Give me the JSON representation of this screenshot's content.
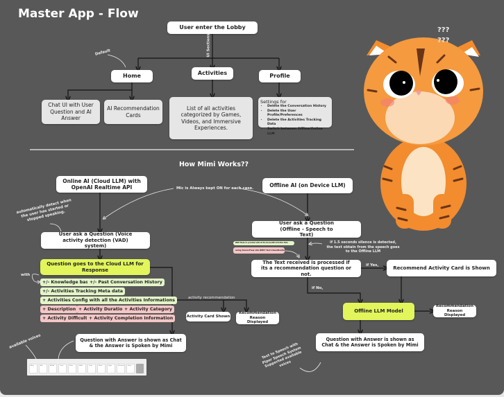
{
  "title": "Master App - Flow",
  "lobby": {
    "entry": "User enter the Lobby",
    "sections_label": "UI Sections",
    "default_label": "Default",
    "home": "Home",
    "activities": "Activities",
    "profile": "Profile",
    "home_chat": "Chat UI with User Question and AI Answer",
    "home_cards": "AI Recommendation Cards",
    "activities_list": "List of all activities categorized by Games, Videos, and Immersive Experiences.",
    "settings_title": "Settings for",
    "settings_items": [
      "Delete the Conversation History",
      "Delete the User Profile/Preferences",
      "Delete the Activities Tracking Data",
      "Switch between Offline/Online LLM"
    ]
  },
  "how": {
    "title": "How Mimi Works??",
    "mic_note": "Mic is Always kept ON for each case.",
    "online": {
      "title": "Online AI (Cloud LLM) with OpenAI Realtime API",
      "vad_note": "automatically detect when the user has started or stopped speaking.",
      "ask": "User ask a Question (Voice activity detection (VAD) system)",
      "cloud": "Question goes to the Cloud LLM for Response",
      "with_label": "with",
      "chips_green": [
        "+/- Knowledge base",
        "+/- Past Conversation History",
        "+/- Activities Tracking Meta data",
        "+ Activities Config with all the Activities Informations"
      ],
      "chips_pink": [
        "+ Description",
        "+ Activity Duration",
        "+ Activity Category",
        "+ Activity Difficulty",
        "+ Activity Completion Information"
      ],
      "rec_label": "activity recommendation",
      "card_shown": "Activity Card Shown",
      "reason": "Recommendation Reason Displayed",
      "answer": "Question with Answer is shown as Chat & the Answer is Spoken by Mimi",
      "voices_note": "available voices",
      "voices": [
        "Alloy",
        "Ash",
        "Ballad",
        "Coral",
        "Echo",
        "Fable",
        "Onyx",
        "Nova",
        "Sage",
        "Shimmer",
        "Verse"
      ]
    },
    "offline": {
      "title": "Offline AI (on Device LLM)",
      "ask": "User ask a Question (Offline - Speech to Text)",
      "silence_note": "if 1.5 seconds silence is detected, the text obtain from the speech goes to the Offline LLM",
      "bert_note": "BERT Model is provided with all the RevivalXR Activities Data",
      "tflite_note": "using TensorFlow Lite BERT Text Classification",
      "process": "The Text received is processed if its a recommendation question or not.",
      "if_yes": "if Yes,",
      "if_no": "if No,",
      "rec_card": "Recommend Activity Card is Shown",
      "llm": "Offline LLM Model",
      "reason": "Recommendation Reason Displayed",
      "answer": "Question with Answer is shown as Chat & the Answer is Spoken by Mimi",
      "tts_note": "Text to Speech with Piper Speech System Supported available voices"
    }
  },
  "mascot": {
    "thought": [
      "???",
      "???"
    ]
  },
  "colors": {
    "background": "#585858",
    "highlight": "#e2f55a",
    "chip_green": "#e4f5c8",
    "chip_pink": "#f5c6c6",
    "tiger": "#f08a2c"
  }
}
